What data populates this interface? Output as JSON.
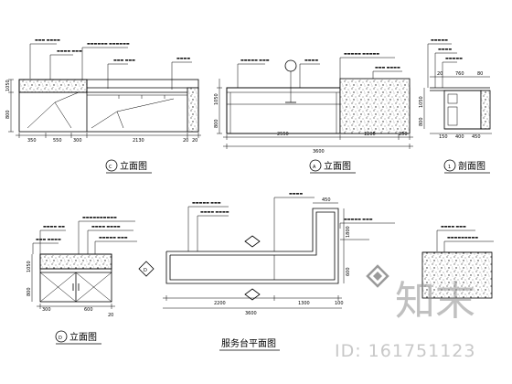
{
  "views": {
    "elev_c": {
      "title": "立面图",
      "marker": "C",
      "dims_bottom": [
        "350",
        "550",
        "300",
        "2130",
        "20",
        "20"
      ],
      "dims_left": [
        "1050",
        "800"
      ]
    },
    "elev_a": {
      "title": "立面图",
      "marker": "A",
      "dims_bottom": [
        "2550",
        "1200",
        "250"
      ],
      "total": "3600",
      "dims_left": [
        "1050",
        "800"
      ]
    },
    "section_1": {
      "title": "剖面图",
      "marker": "1",
      "dims_top": [
        "20",
        "760",
        "80"
      ],
      "dims_bottom": [
        "150",
        "400",
        "450"
      ],
      "dims_left": [
        "1050",
        "800"
      ]
    },
    "elev_d": {
      "title": "立面图",
      "marker": "D",
      "dims_bottom": [
        "300",
        "600",
        "20"
      ],
      "dims_left": [
        "1050",
        "800"
      ]
    },
    "plan": {
      "title": "服务台平面图",
      "marker_left": "D",
      "dims_bottom": [
        "2200",
        "1300",
        "100"
      ],
      "total": "3600",
      "dims_top": [
        "450"
      ],
      "dims_right": [
        "1800",
        "600"
      ]
    }
  },
  "watermark": {
    "logo_text": "知末",
    "id_text": "ID: 161751123"
  }
}
